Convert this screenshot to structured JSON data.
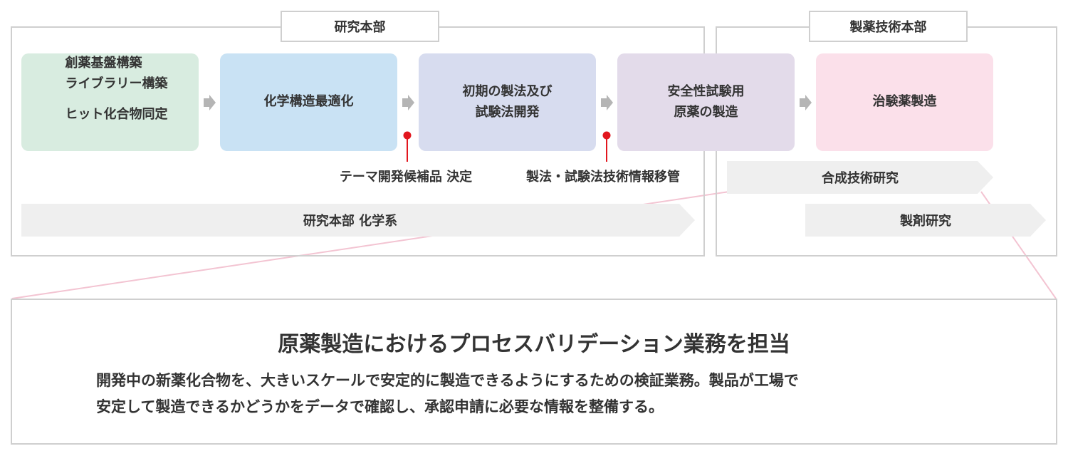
{
  "research_division": {
    "label": "研究本部"
  },
  "manufacturing_division": {
    "label": "製薬技術本部"
  },
  "stages": [
    {
      "lines": [
        "創薬基盤構築",
        "ライブラリー構築"
      ],
      "extra": "ヒット化合物同定",
      "color": "#d8ece0"
    },
    {
      "lines": [
        "化学構造最適化"
      ],
      "color": "#c9e2f4"
    },
    {
      "lines": [
        "初期の製法及び",
        "試験法開発"
      ],
      "color": "#d7dcef"
    },
    {
      "lines": [
        "安全性試験用",
        "原薬の製造"
      ],
      "color": "#e3dbea"
    },
    {
      "lines": [
        "治験薬製造"
      ],
      "color": "#fbe0ea"
    }
  ],
  "milestones": [
    {
      "label": "テーマ開発候補品 決定"
    },
    {
      "label": "製法・試験法技術情報移管"
    }
  ],
  "bands": {
    "research_chemistry": "研究本部 化学系",
    "synthesis_research": "合成技術研究",
    "formulation_research": "製剤研究"
  },
  "callout": {
    "title": "原薬製造におけるプロセスバリデーション業務を担当",
    "description_line1": "開発中の新薬化合物を、大きいスケールで安定的に製造できるようにするための検証業務。製品が工場で",
    "description_line2": "安定して製造できるかどうかをデータで確認し、承認申請に必要な情報を整備する。"
  },
  "colors": {
    "frame_border": "#cfcfcf",
    "arrow_gray": "#b5b5b5",
    "band_fill": "#efefef",
    "milestone_red": "#e2161e",
    "callout_connector": "#f3c4d2"
  }
}
